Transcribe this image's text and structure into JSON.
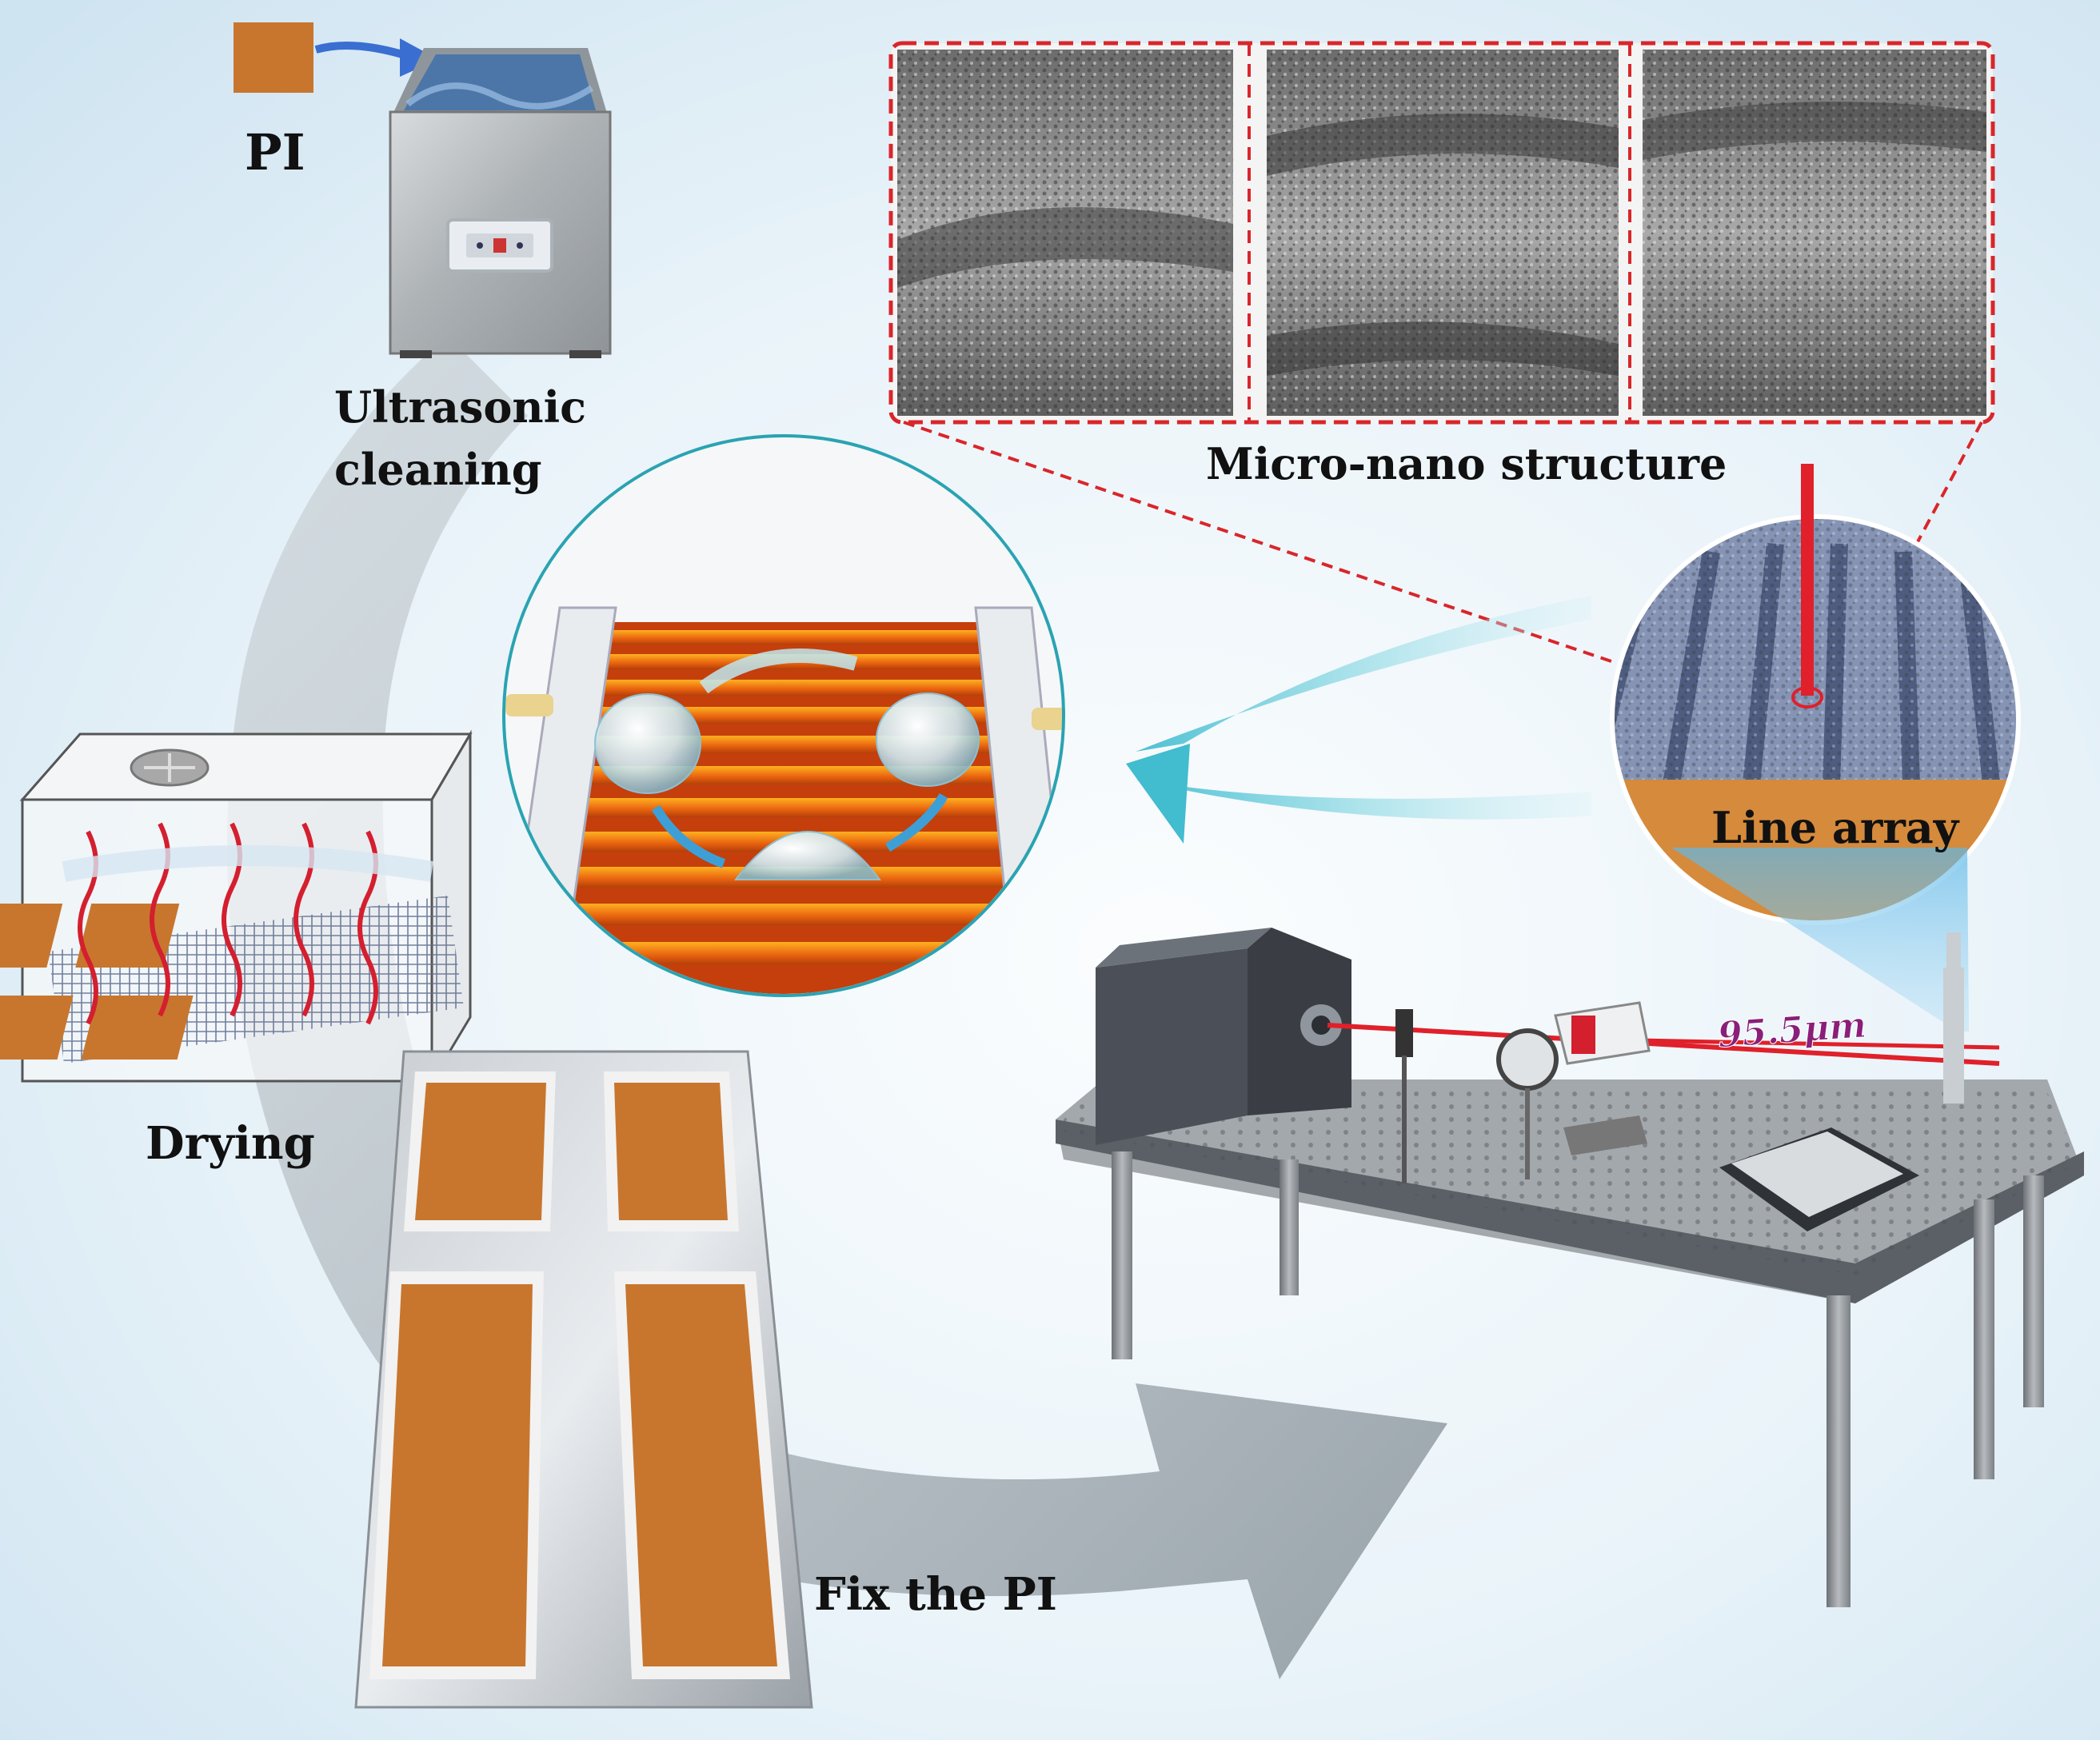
{
  "labels": {
    "pi": "PI",
    "ultrasonic_line1": "Ultrasonic",
    "ultrasonic_line2": "cleaning",
    "micro_nano": "Micro-nano structure",
    "line_array": "Line array",
    "drying": "Drying",
    "fix": "Fix the PI",
    "scale": "95.5μm"
  },
  "colors": {
    "pi_orange": "#c8762e",
    "arrow_blue": "#3a6fd1",
    "laser_red": "#e0202a",
    "dashed_red": "#d9262a",
    "teal_circle": "#2aa3b2",
    "line_array_band": "#d58a3c",
    "process_arrow": "#8e9aa2"
  }
}
